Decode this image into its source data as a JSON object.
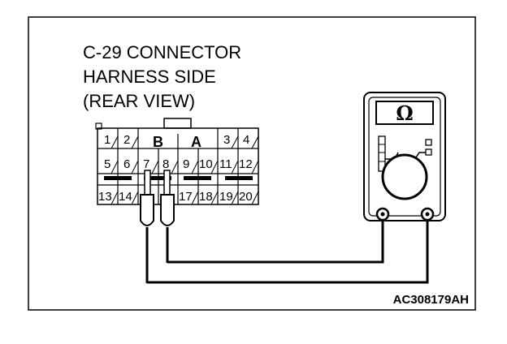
{
  "caption": {
    "line1": "C-29 CONNECTOR",
    "line2": "HARNESS SIDE",
    "line3": "(REAR VIEW)"
  },
  "connector": {
    "section_labels": [
      "B",
      "A"
    ],
    "row1_pins": [
      "1",
      "2",
      "3",
      "4"
    ],
    "row2_pins": [
      "5",
      "6",
      "7",
      "8",
      "9",
      "10",
      "11",
      "12"
    ],
    "row3_pins": [
      "13",
      "14",
      "17",
      "18",
      "19",
      "20"
    ]
  },
  "meter": {
    "symbol": "Ω",
    "icon": "ohmmeter-icon"
  },
  "figure_code": "AC308179AH",
  "colors": {
    "line": "#000000",
    "background": "#ffffff"
  }
}
